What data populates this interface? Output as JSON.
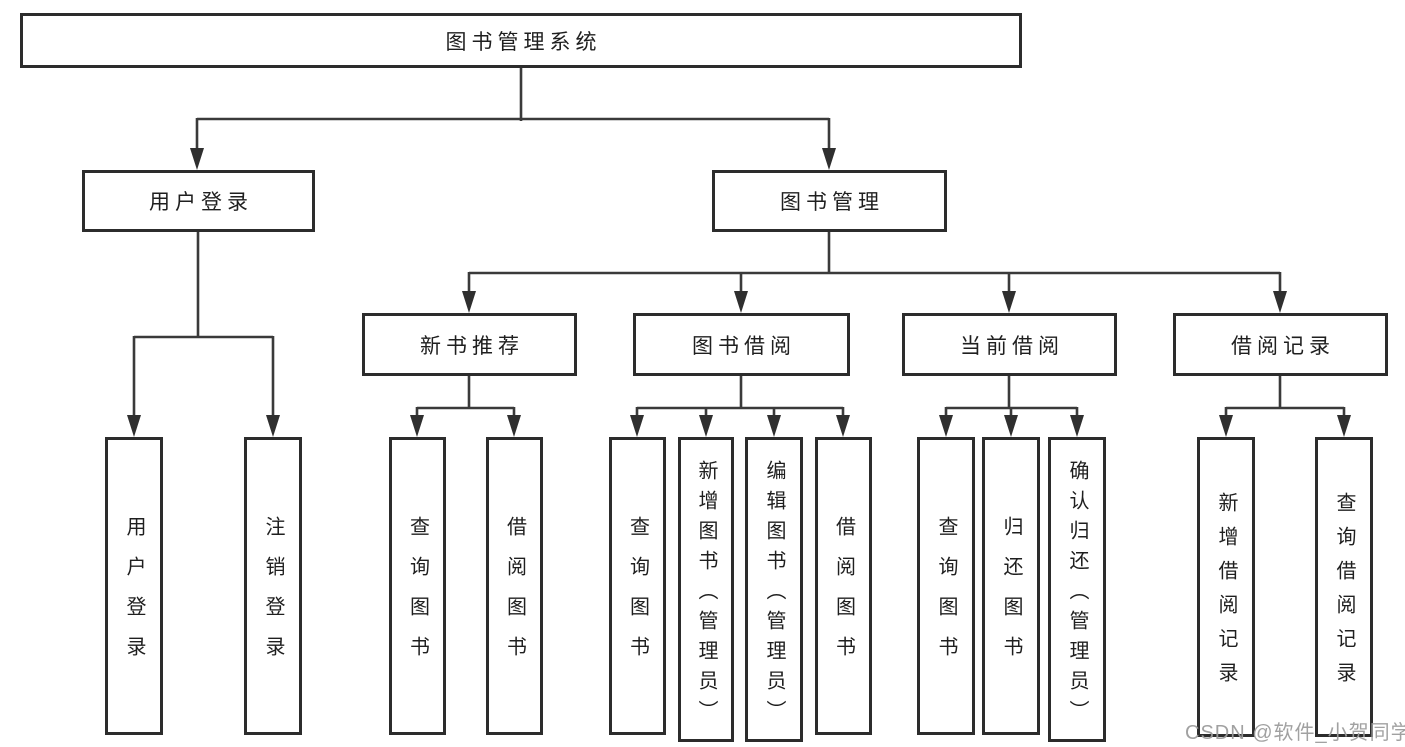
{
  "diagram": {
    "root_label": "图书管理系统",
    "branches": [
      {
        "label": "用户登录",
        "children": [
          "用户登录",
          "注销登录"
        ]
      },
      {
        "label": "图书管理",
        "sections": [
          {
            "label": "新书推荐",
            "children": [
              "查询图书",
              "借阅图书"
            ]
          },
          {
            "label": "图书借阅",
            "children": [
              "查询图书",
              "新增图书（管理员）",
              "编辑图书（管理员）",
              "借阅图书"
            ]
          },
          {
            "label": "当前借阅",
            "children": [
              "查询图书",
              "归还图书",
              "确认归还（管理员）"
            ]
          },
          {
            "label": "借阅记录",
            "children": [
              "新增借阅记录",
              "查询借阅记录"
            ]
          }
        ]
      }
    ],
    "colors": {
      "line": "#3a3a3a",
      "border": "#2c2c2c",
      "text": "#1f1f1f",
      "watermark": "#9c9c9c"
    },
    "watermark": "CSDN @软件_小贺同学"
  }
}
